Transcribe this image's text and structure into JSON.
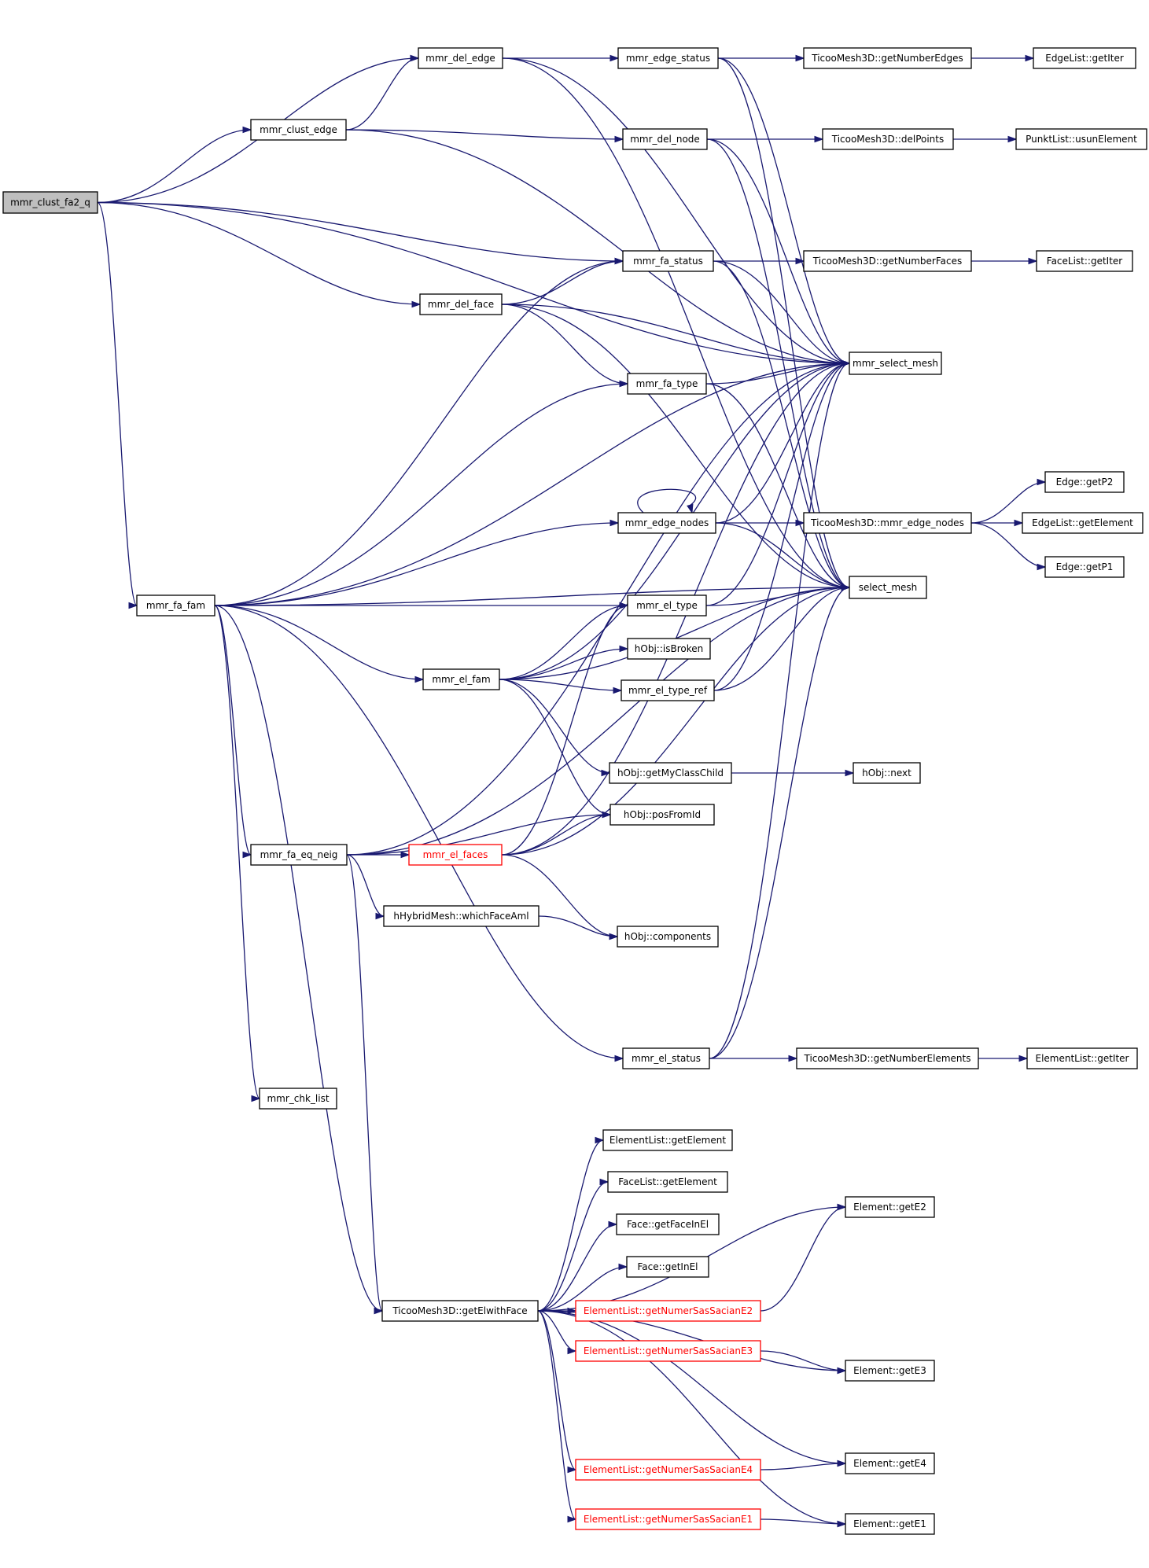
{
  "diagram": {
    "title": "call graph",
    "colors": {
      "edge": "#191970",
      "node_border": "#000000",
      "root_fill": "#bfbfbf",
      "truncated_border": "#ff0000",
      "background": "#ffffff"
    },
    "nodes": [
      {
        "id": "clust_fa2_q",
        "label": "mmr_clust_fa2_q",
        "style": "root"
      },
      {
        "id": "del_edge",
        "label": "mmr_del_edge",
        "style": "normal"
      },
      {
        "id": "clust_edge",
        "label": "mmr_clust_edge",
        "style": "normal"
      },
      {
        "id": "edge_status",
        "label": "mmr_edge_status",
        "style": "normal"
      },
      {
        "id": "del_node",
        "label": "mmr_del_node",
        "style": "normal"
      },
      {
        "id": "t_num_edges",
        "label": "TicooMesh3D::getNumberEdges",
        "style": "normal"
      },
      {
        "id": "t_delpoints",
        "label": "TicooMesh3D::delPoints",
        "style": "normal"
      },
      {
        "id": "edgelist_getiter",
        "label": "EdgeList::getIter",
        "style": "normal"
      },
      {
        "id": "punkt_usun",
        "label": "PunktList::usunElement",
        "style": "normal"
      },
      {
        "id": "fa_status",
        "label": "mmr_fa_status",
        "style": "normal"
      },
      {
        "id": "del_face",
        "label": "mmr_del_face",
        "style": "normal"
      },
      {
        "id": "t_num_faces",
        "label": "TicooMesh3D::getNumberFaces",
        "style": "normal"
      },
      {
        "id": "facelist_getiter",
        "label": "FaceList::getIter",
        "style": "normal"
      },
      {
        "id": "select_mesh_mmr",
        "label": "mmr_select_mesh",
        "style": "normal"
      },
      {
        "id": "fa_type",
        "label": "mmr_fa_type",
        "style": "normal"
      },
      {
        "id": "edge_nodes",
        "label": "mmr_edge_nodes",
        "style": "normal"
      },
      {
        "id": "t_edge_nodes",
        "label": "TicooMesh3D::mmr_edge_nodes",
        "style": "normal"
      },
      {
        "id": "edge_getp2",
        "label": "Edge::getP2",
        "style": "normal"
      },
      {
        "id": "edgelist_getelement",
        "label": "EdgeList::getElement",
        "style": "normal"
      },
      {
        "id": "edge_getp1",
        "label": "Edge::getP1",
        "style": "normal"
      },
      {
        "id": "fa_fam",
        "label": "mmr_fa_fam",
        "style": "normal"
      },
      {
        "id": "select_mesh",
        "label": "select_mesh",
        "style": "normal"
      },
      {
        "id": "el_type",
        "label": "mmr_el_type",
        "style": "normal"
      },
      {
        "id": "isbroken",
        "label": "hObj::isBroken",
        "style": "normal"
      },
      {
        "id": "el_fam",
        "label": "mmr_el_fam",
        "style": "normal"
      },
      {
        "id": "el_type_ref",
        "label": "mmr_el_type_ref",
        "style": "normal"
      },
      {
        "id": "getmyclasschild",
        "label": "hObj::getMyClassChild",
        "style": "normal"
      },
      {
        "id": "hobj_next",
        "label": "hObj::next",
        "style": "normal"
      },
      {
        "id": "posfromid",
        "label": "hObj::posFromId",
        "style": "normal"
      },
      {
        "id": "fa_eq_neig",
        "label": "mmr_fa_eq_neig",
        "style": "normal"
      },
      {
        "id": "el_faces",
        "label": "mmr_el_faces",
        "style": "truncated"
      },
      {
        "id": "whichfaceaml",
        "label": "hHybridMesh::whichFaceAml",
        "style": "normal"
      },
      {
        "id": "components",
        "label": "hObj::components",
        "style": "normal"
      },
      {
        "id": "el_status",
        "label": "mmr_el_status",
        "style": "normal"
      },
      {
        "id": "t_num_elements",
        "label": "TicooMesh3D::getNumberElements",
        "style": "normal"
      },
      {
        "id": "elementlist_getiter",
        "label": "ElementList::getIter",
        "style": "normal"
      },
      {
        "id": "chk_list",
        "label": "mmr_chk_list",
        "style": "normal"
      },
      {
        "id": "elementlist_getelement",
        "label": "ElementList::getElement",
        "style": "normal"
      },
      {
        "id": "facelist_getelement",
        "label": "FaceList::getElement",
        "style": "normal"
      },
      {
        "id": "face_getfaceinel",
        "label": "Face::getFaceInEl",
        "style": "normal"
      },
      {
        "id": "element_gete2",
        "label": "Element::getE2",
        "style": "normal"
      },
      {
        "id": "face_getinel",
        "label": "Face::getInEl",
        "style": "normal"
      },
      {
        "id": "t_getelwithface",
        "label": "TicooMesh3D::getElwithFace",
        "style": "normal"
      },
      {
        "id": "numer_e2",
        "label": "ElementList::getNumerSasSacianE2",
        "style": "truncated"
      },
      {
        "id": "numer_e3",
        "label": "ElementList::getNumerSasSacianE3",
        "style": "truncated"
      },
      {
        "id": "element_gete3",
        "label": "Element::getE3",
        "style": "normal"
      },
      {
        "id": "element_gete4",
        "label": "Element::getE4",
        "style": "normal"
      },
      {
        "id": "numer_e4",
        "label": "ElementList::getNumerSasSacianE4",
        "style": "truncated"
      },
      {
        "id": "numer_e1",
        "label": "ElementList::getNumerSasSacianE1",
        "style": "truncated"
      },
      {
        "id": "element_gete1",
        "label": "Element::getE1",
        "style": "normal"
      }
    ],
    "edges": [
      [
        "clust_fa2_q",
        "del_edge"
      ],
      [
        "clust_fa2_q",
        "clust_edge"
      ],
      [
        "clust_fa2_q",
        "select_mesh_mmr"
      ],
      [
        "clust_fa2_q",
        "fa_status"
      ],
      [
        "clust_fa2_q",
        "del_face"
      ],
      [
        "clust_fa2_q",
        "fa_fam"
      ],
      [
        "clust_edge",
        "del_edge"
      ],
      [
        "clust_edge",
        "del_node"
      ],
      [
        "clust_edge",
        "select_mesh_mmr"
      ],
      [
        "del_edge",
        "edge_status"
      ],
      [
        "del_edge",
        "select_mesh_mmr"
      ],
      [
        "del_edge",
        "select_mesh"
      ],
      [
        "edge_status",
        "t_num_edges"
      ],
      [
        "edge_status",
        "select_mesh_mmr"
      ],
      [
        "edge_status",
        "select_mesh"
      ],
      [
        "t_num_edges",
        "edgelist_getiter"
      ],
      [
        "del_node",
        "t_delpoints"
      ],
      [
        "del_node",
        "select_mesh_mmr"
      ],
      [
        "del_node",
        "select_mesh"
      ],
      [
        "t_delpoints",
        "punkt_usun"
      ],
      [
        "del_face",
        "fa_status"
      ],
      [
        "del_face",
        "fa_type"
      ],
      [
        "del_face",
        "select_mesh_mmr"
      ],
      [
        "del_face",
        "select_mesh"
      ],
      [
        "fa_status",
        "t_num_faces"
      ],
      [
        "fa_status",
        "select_mesh_mmr"
      ],
      [
        "fa_status",
        "select_mesh"
      ],
      [
        "t_num_faces",
        "facelist_getiter"
      ],
      [
        "fa_type",
        "select_mesh_mmr"
      ],
      [
        "fa_type",
        "select_mesh"
      ],
      [
        "fa_fam",
        "fa_status"
      ],
      [
        "fa_fam",
        "fa_type"
      ],
      [
        "fa_fam",
        "select_mesh_mmr"
      ],
      [
        "fa_fam",
        "edge_nodes"
      ],
      [
        "fa_fam",
        "el_type"
      ],
      [
        "fa_fam",
        "el_fam"
      ],
      [
        "fa_fam",
        "fa_eq_neig"
      ],
      [
        "fa_fam",
        "select_mesh"
      ],
      [
        "fa_fam",
        "el_status"
      ],
      [
        "fa_fam",
        "chk_list"
      ],
      [
        "fa_fam",
        "t_getelwithface"
      ],
      [
        "edge_nodes",
        "edge_nodes"
      ],
      [
        "edge_nodes",
        "select_mesh_mmr"
      ],
      [
        "edge_nodes",
        "t_edge_nodes"
      ],
      [
        "edge_nodes",
        "select_mesh"
      ],
      [
        "t_edge_nodes",
        "edge_getp2"
      ],
      [
        "t_edge_nodes",
        "edgelist_getelement"
      ],
      [
        "t_edge_nodes",
        "edge_getp1"
      ],
      [
        "el_type",
        "select_mesh_mmr"
      ],
      [
        "el_type",
        "select_mesh"
      ],
      [
        "el_fam",
        "select_mesh_mmr"
      ],
      [
        "el_fam",
        "el_type"
      ],
      [
        "el_fam",
        "isbroken"
      ],
      [
        "el_fam",
        "el_type_ref"
      ],
      [
        "el_fam",
        "select_mesh"
      ],
      [
        "el_fam",
        "getmyclasschild"
      ],
      [
        "el_fam",
        "posfromid"
      ],
      [
        "el_type_ref",
        "select_mesh_mmr"
      ],
      [
        "el_type_ref",
        "select_mesh"
      ],
      [
        "getmyclasschild",
        "hobj_next"
      ],
      [
        "fa_eq_neig",
        "select_mesh_mmr"
      ],
      [
        "fa_eq_neig",
        "posfromid"
      ],
      [
        "fa_eq_neig",
        "el_faces"
      ],
      [
        "fa_eq_neig",
        "whichfaceaml"
      ],
      [
        "fa_eq_neig",
        "select_mesh"
      ],
      [
        "fa_eq_neig",
        "t_getelwithface"
      ],
      [
        "el_faces",
        "el_type"
      ],
      [
        "el_faces",
        "posfromid"
      ],
      [
        "el_faces",
        "select_mesh_mmr"
      ],
      [
        "el_faces",
        "select_mesh"
      ],
      [
        "el_faces",
        "components"
      ],
      [
        "whichfaceaml",
        "components"
      ],
      [
        "el_status",
        "select_mesh_mmr"
      ],
      [
        "el_status",
        "select_mesh"
      ],
      [
        "el_status",
        "t_num_elements"
      ],
      [
        "t_num_elements",
        "elementlist_getiter"
      ],
      [
        "t_getelwithface",
        "element_gete2"
      ],
      [
        "t_getelwithface",
        "elementlist_getelement"
      ],
      [
        "t_getelwithface",
        "facelist_getelement"
      ],
      [
        "t_getelwithface",
        "face_getfaceinel"
      ],
      [
        "t_getelwithface",
        "face_getinel"
      ],
      [
        "t_getelwithface",
        "numer_e2"
      ],
      [
        "t_getelwithface",
        "numer_e3"
      ],
      [
        "t_getelwithface",
        "element_gete3"
      ],
      [
        "t_getelwithface",
        "element_gete4"
      ],
      [
        "t_getelwithface",
        "numer_e4"
      ],
      [
        "t_getelwithface",
        "numer_e1"
      ],
      [
        "t_getelwithface",
        "element_gete1"
      ],
      [
        "numer_e2",
        "element_gete2"
      ],
      [
        "numer_e3",
        "element_gete3"
      ],
      [
        "numer_e4",
        "element_gete4"
      ],
      [
        "numer_e1",
        "element_gete1"
      ]
    ]
  }
}
